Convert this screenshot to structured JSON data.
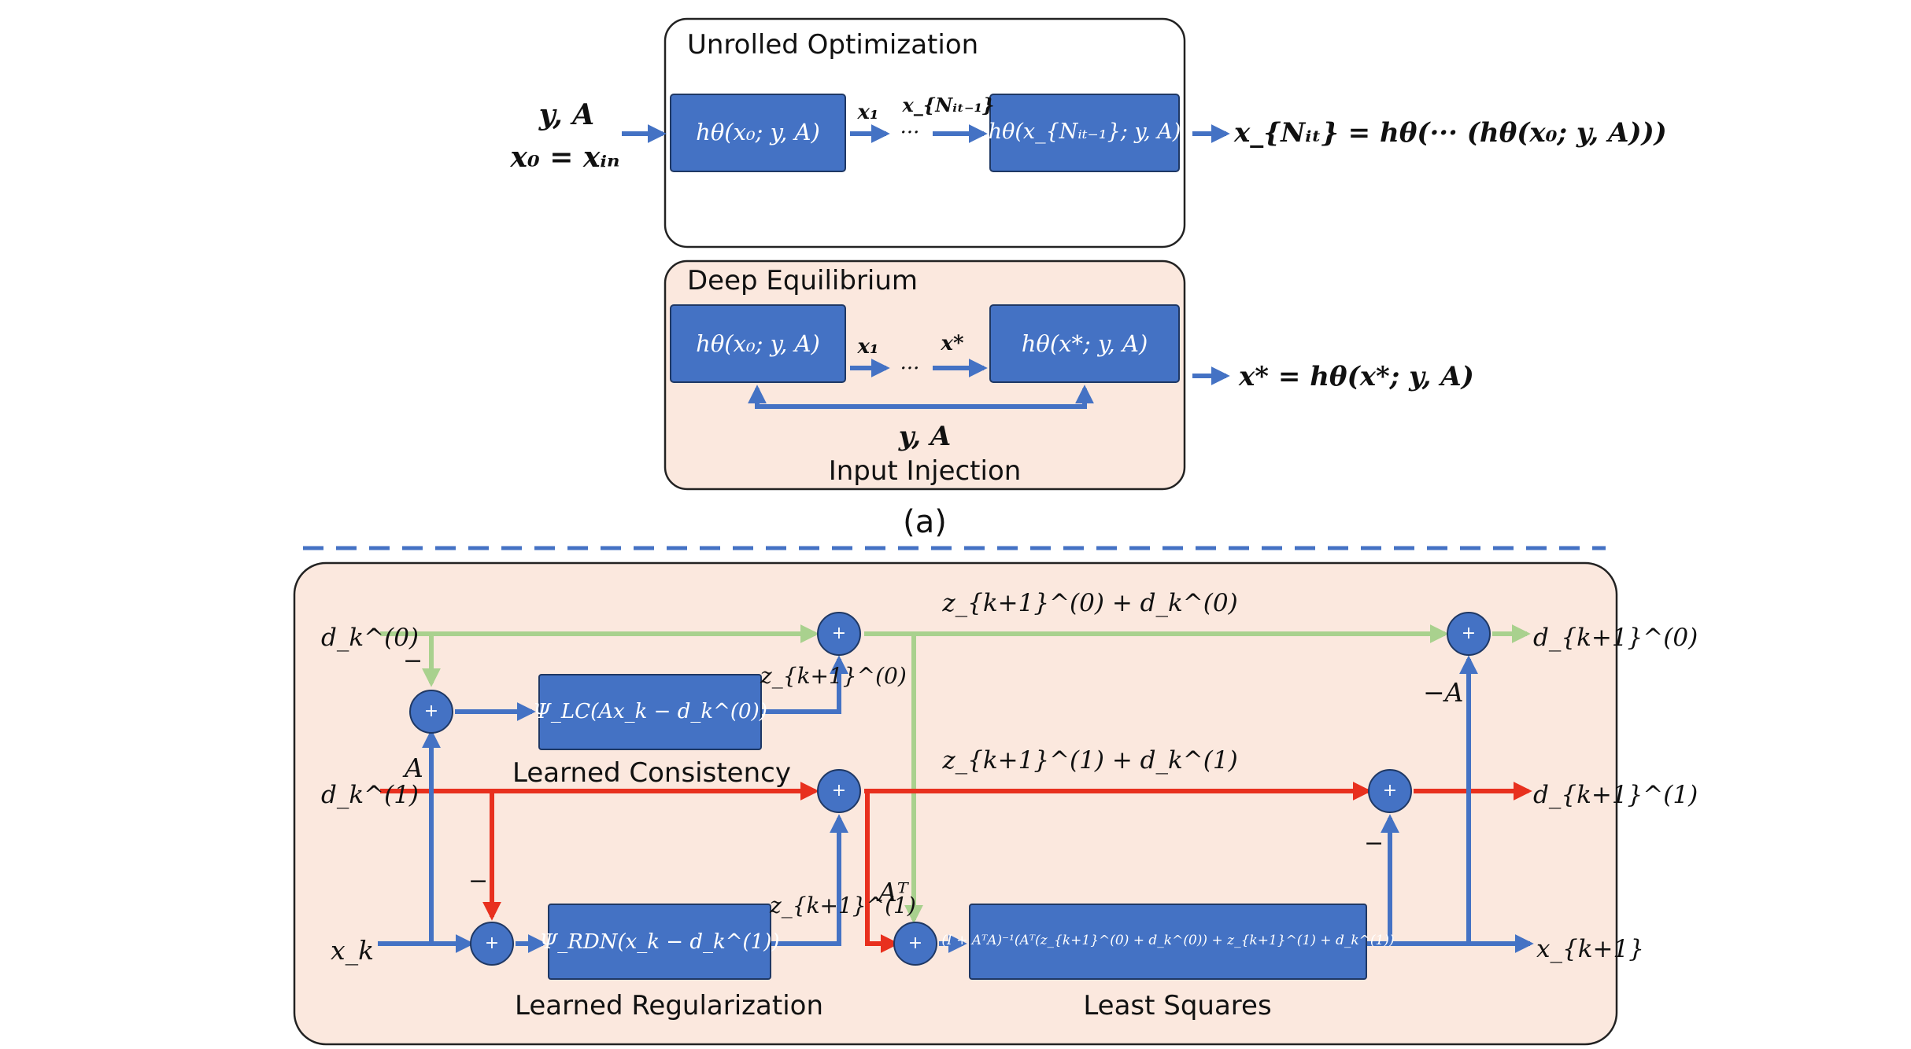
{
  "colors": {
    "box_blue": "#4472c4",
    "box_border": "#1f3864",
    "arrow_blue": "#4472c4",
    "arrow_green": "#a9d18e",
    "arrow_red": "#e8301e",
    "panel_fill": "#fbe8de",
    "dash": "#4472c4"
  },
  "part_a": {
    "unrolled_title": "Unrolled Optimization",
    "deq_title": "Deep Equilibrium",
    "input_yA": "y, A",
    "input_x0": "x₀ = xᵢₙ",
    "unrolled_block1": "hθ(x₀; y, A)",
    "unrolled_x1": "x₁",
    "unrolled_dots": "···",
    "unrolled_xN": "x_{Nᵢₜ₋₁}",
    "unrolled_block2": "hθ(x_{Nᵢₜ₋₁}; y, A)",
    "unrolled_output": "x_{Nᵢₜ} = hθ(··· (hθ(x₀; y, A)))",
    "deq_block1": "hθ(x₀; y, A)",
    "deq_x1": "x₁",
    "deq_dots": "···",
    "deq_xstar": "x*",
    "deq_block2": "hθ(x*; y, A)",
    "deq_output": "x* = hθ(x*; y, A)",
    "injection_yA": "y, A",
    "injection_label": "Input Injection",
    "caption": "(a)"
  },
  "part_b": {
    "d0_in": "d_k^(0)",
    "d1_in": "d_k^(1)",
    "x_in": "x_k",
    "minus1": "−",
    "minus2": "−",
    "minus3": "−",
    "A_label": "A",
    "AT_label": "Aᵀ",
    "negA_label": "−A",
    "plus": "+",
    "lc_block": "Ψ_LC(Ax_k − d_k^(0))",
    "lc_label": "Learned Consistency",
    "rdn_block": "Ψ_RDN(x_k − d_k^(1))",
    "rdn_label": "Learned Regularization",
    "z0_label": "z_{k+1}^(0)",
    "z1_label": "z_{k+1}^(1)",
    "zd0_label": "z_{k+1}^(0) + d_k^(0)",
    "zd1_label": "z_{k+1}^(1) + d_k^(1)",
    "ls_block": "(I + AᵀA)⁻¹(Aᵀ(z_{k+1}^(0) + d_k^(0)) + z_{k+1}^(1) + d_k^(1))",
    "ls_label": "Least Squares",
    "d0_out": "d_{k+1}^(0)",
    "d1_out": "d_{k+1}^(1)",
    "x_out": "x_{k+1}"
  }
}
